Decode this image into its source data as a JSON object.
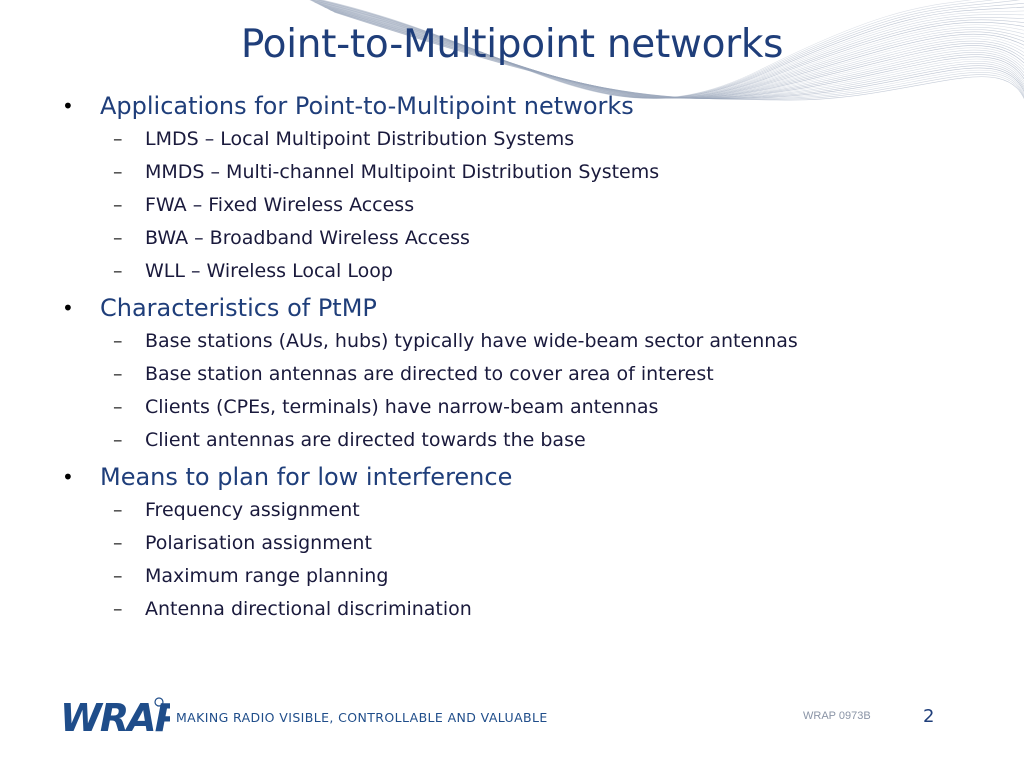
{
  "slide": {
    "title": "Point-to-Multipoint networks",
    "sections": [
      {
        "heading": "Applications for Point-to-Multipoint networks",
        "items": [
          "LMDS – Local Multipoint Distribution Systems",
          "MMDS – Multi-channel Multipoint Distribution Systems",
          "FWA – Fixed Wireless Access",
          "BWA – Broadband Wireless Access",
          "WLL – Wireless Local Loop"
        ]
      },
      {
        "heading": "Characteristics of PtMP",
        "items": [
          "Base stations (AUs, hubs) typically have wide-beam sector antennas",
          "Base station antennas are directed to cover area of interest",
          "Clients (CPEs, terminals) have narrow-beam antennas",
          "Client antennas are directed towards the base"
        ]
      },
      {
        "heading": "Means to plan for low interference",
        "items": [
          "Frequency assignment",
          "Polarisation assignment",
          "Maximum range planning",
          "Antenna directional discrimination"
        ]
      }
    ]
  },
  "footer": {
    "logo_text": "WRAP",
    "tagline": "MAKING RADIO VISIBLE, CONTROLLABLE AND VALUABLE",
    "doc_code": "WRAP 0973B",
    "page_number": "2"
  },
  "colors": {
    "title": "#1f3e7a",
    "logo": "#1f4d8a",
    "wave": "#9aa6bb"
  }
}
